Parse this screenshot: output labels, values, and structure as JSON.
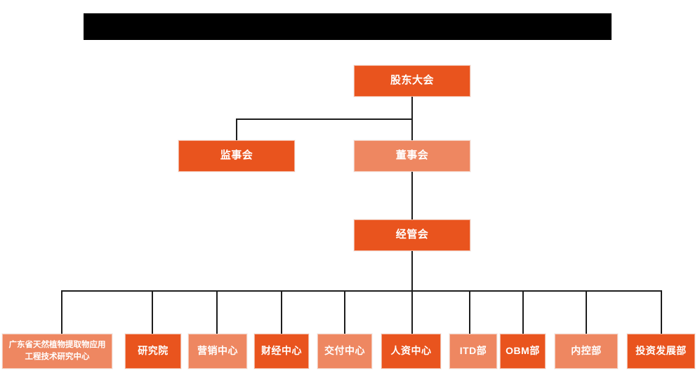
{
  "chart": {
    "type": "org-chart",
    "title_bar": {
      "redacted": true,
      "text": ""
    },
    "colors": {
      "accent_dark": "#E9541E",
      "accent_light": "#EE8761",
      "connector": "#1d1d1d",
      "background": "#FFFFFF",
      "text": "#FFFFFF",
      "redaction": "#000000"
    },
    "levels": [
      {
        "level": 1,
        "nodes": [
          {
            "id": "shareholders",
            "label": "股东大会",
            "tone": "dark"
          }
        ]
      },
      {
        "level": 2,
        "nodes": [
          {
            "id": "supervisors",
            "label": "监事会",
            "tone": "dark"
          },
          {
            "id": "directors",
            "label": "董事会",
            "tone": "light"
          }
        ]
      },
      {
        "level": 3,
        "nodes": [
          {
            "id": "management",
            "label": "经管会",
            "tone": "dark"
          }
        ]
      },
      {
        "level": 4,
        "nodes": [
          {
            "id": "research-center",
            "label": "广东省天然植物提取物应用\n工程技术研究中心",
            "tone": "light"
          },
          {
            "id": "institute",
            "label": "研究院",
            "tone": "dark"
          },
          {
            "id": "marketing",
            "label": "营销中心",
            "tone": "light"
          },
          {
            "id": "finance",
            "label": "财经中心",
            "tone": "dark"
          },
          {
            "id": "delivery",
            "label": "交付中心",
            "tone": "light"
          },
          {
            "id": "hr",
            "label": "人资中心",
            "tone": "dark"
          },
          {
            "id": "itd",
            "label": "ITD部",
            "tone": "light"
          },
          {
            "id": "obm",
            "label": "OBM部",
            "tone": "dark"
          },
          {
            "id": "internal-control",
            "label": "内控部",
            "tone": "light"
          },
          {
            "id": "investment",
            "label": "投资发展部",
            "tone": "dark"
          }
        ]
      }
    ],
    "edges": [
      {
        "from": "shareholders",
        "to": "supervisors"
      },
      {
        "from": "shareholders",
        "to": "directors"
      },
      {
        "from": "directors",
        "to": "management"
      },
      {
        "from": "management",
        "to": "research-center"
      },
      {
        "from": "management",
        "to": "institute"
      },
      {
        "from": "management",
        "to": "marketing"
      },
      {
        "from": "management",
        "to": "finance"
      },
      {
        "from": "management",
        "to": "delivery"
      },
      {
        "from": "management",
        "to": "hr"
      },
      {
        "from": "management",
        "to": "itd"
      },
      {
        "from": "management",
        "to": "obm"
      },
      {
        "from": "management",
        "to": "internal-control"
      },
      {
        "from": "management",
        "to": "investment"
      }
    ]
  }
}
